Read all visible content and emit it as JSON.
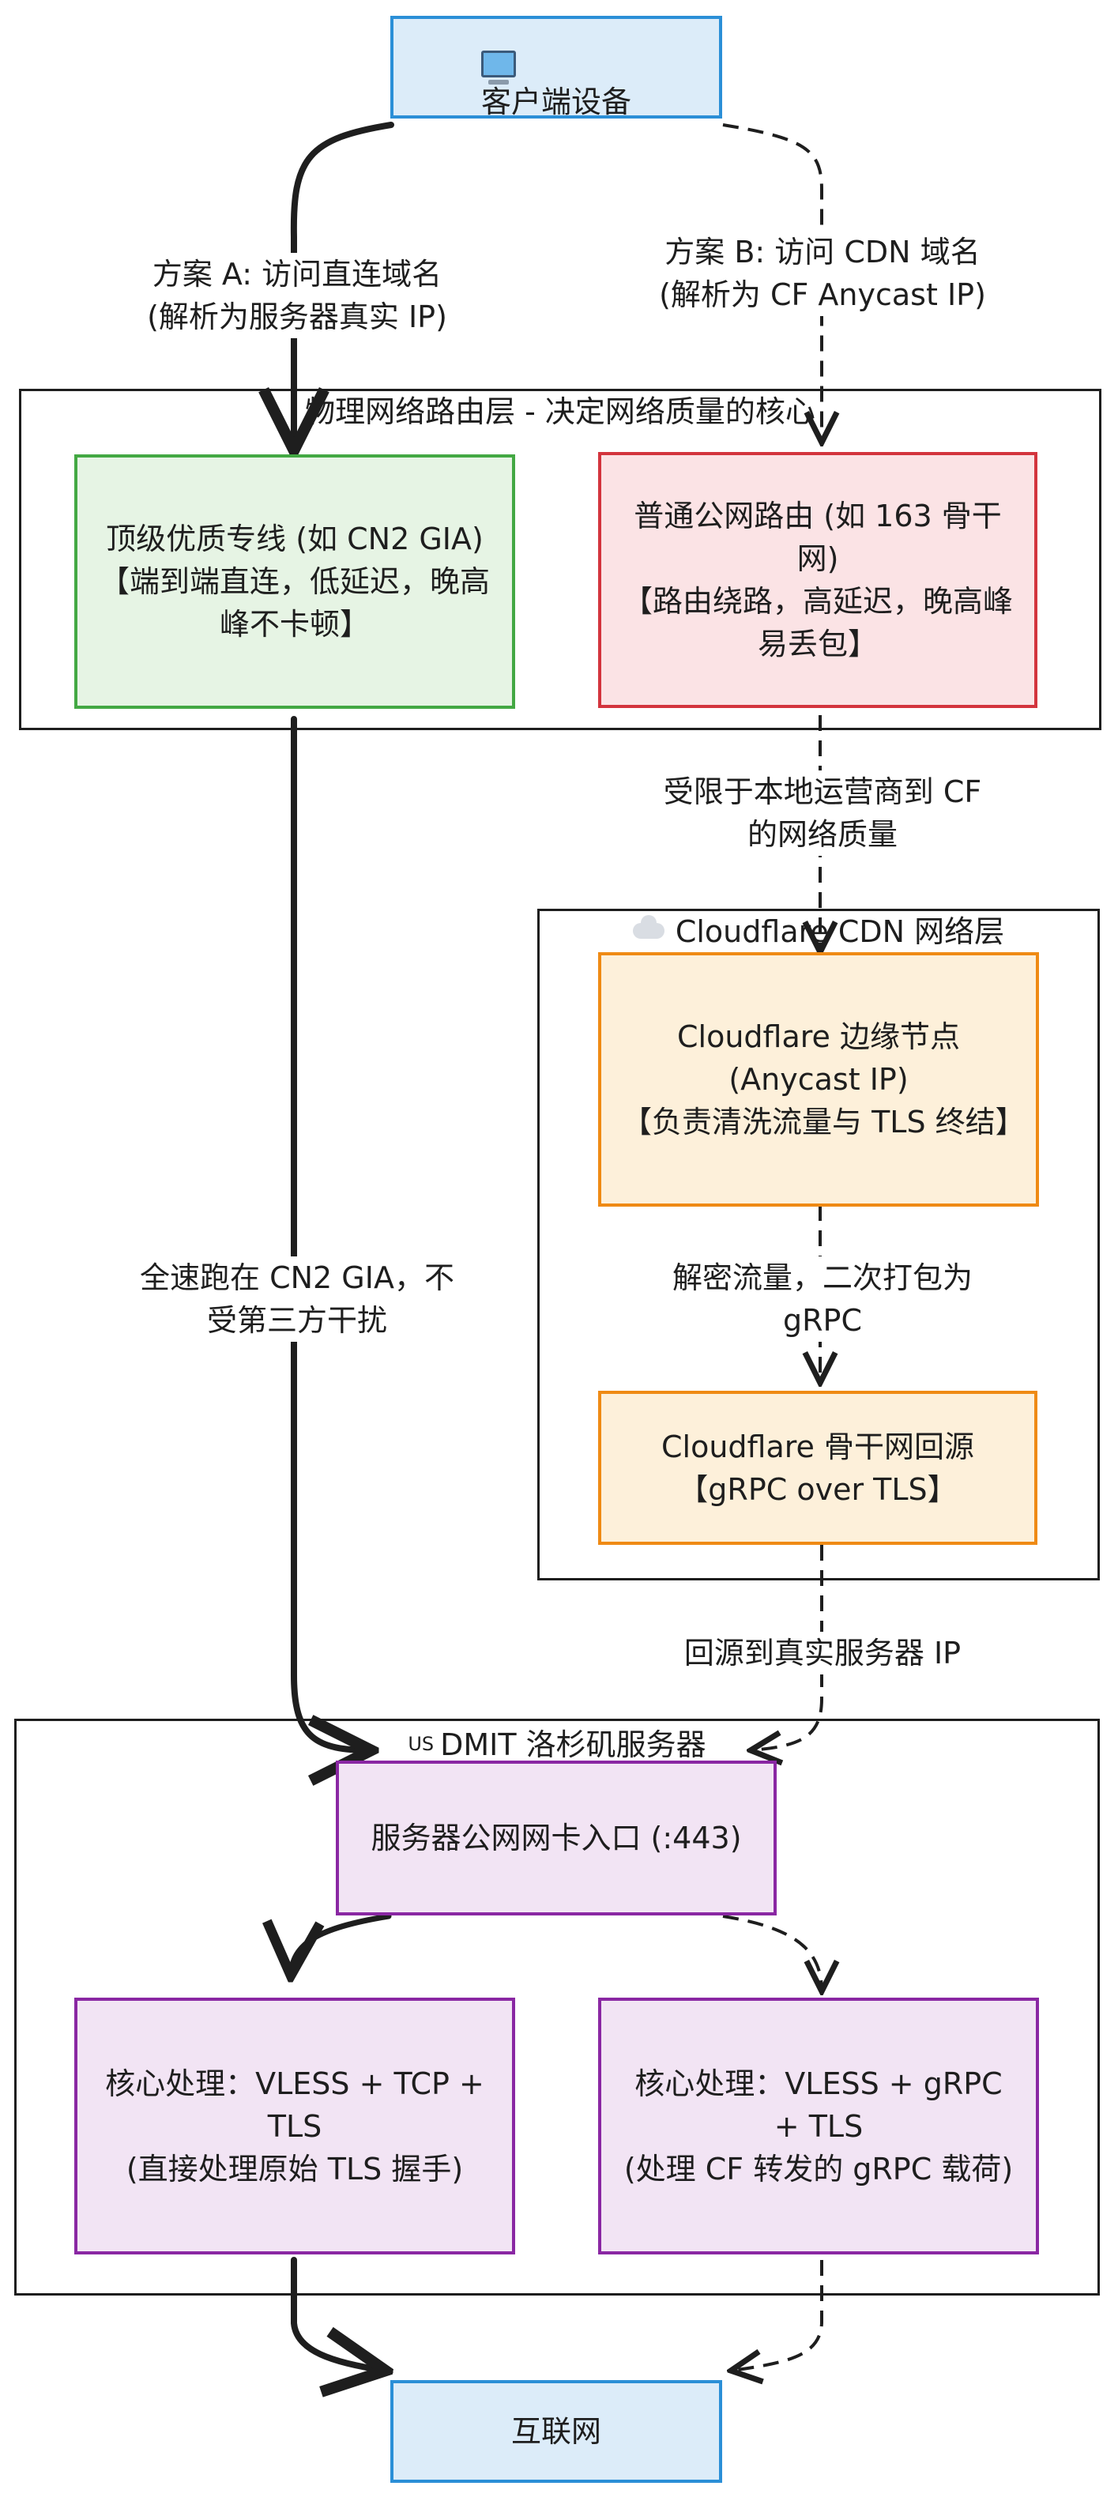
{
  "nodes": {
    "client": "客户端设备",
    "internet": "互联网",
    "cn2": "顶级优质专线 (如 CN2 GIA)\n【端到端直连，低延迟，晚高峰不卡顿】",
    "public_route": "普通公网路由 (如 163 骨干网)\n【路由绕路，高延迟，晚高峰易丢包】",
    "cf_edge": "Cloudflare 边缘节点 (Anycast IP)\n【负责清洗流量与 TLS 终结】",
    "cf_backbone": "Cloudflare 骨干网回源\n【gRPC over TLS】",
    "server_nic": "服务器公网网卡入口 (:443)",
    "core_tcp": "核心处理：VLESS + TCP + TLS\n(直接处理原始 TLS 握手)",
    "core_grpc": "核心处理：VLESS + gRPC + TLS\n(处理 CF 转发的 gRPC 载荷)"
  },
  "groups": {
    "physical": "物理网络路由层 - 决定网络质量的核心",
    "cloudflare": "Cloudflare CDN 网络层",
    "dmit_flag": "US",
    "dmit": "DMIT 洛杉矶服务器"
  },
  "edges": {
    "plan_a": "方案 A: 访问直连域名\n(解析为服务器真实 IP)",
    "plan_b": "方案 B: 访问 CDN 域名\n(解析为 CF Anycast IP)",
    "limited": "受限于本地运营商到 CF\n的网络质量",
    "decrypt": "解密流量，二次打包为\ngRPC",
    "fullspeed": "全速跑在 CN2 GIA，不\n受第三方干扰",
    "back_to_origin": "回源到真实服务器 IP"
  },
  "icons": {
    "client": "computer-icon",
    "cloudflare": "cloud-icon",
    "dmit": "us-flag-icon"
  },
  "colors": {
    "blue": "#2b8fd7",
    "green": "#43a843",
    "red": "#d3343d",
    "orange": "#ef8a14",
    "purple": "#8a27a3"
  }
}
